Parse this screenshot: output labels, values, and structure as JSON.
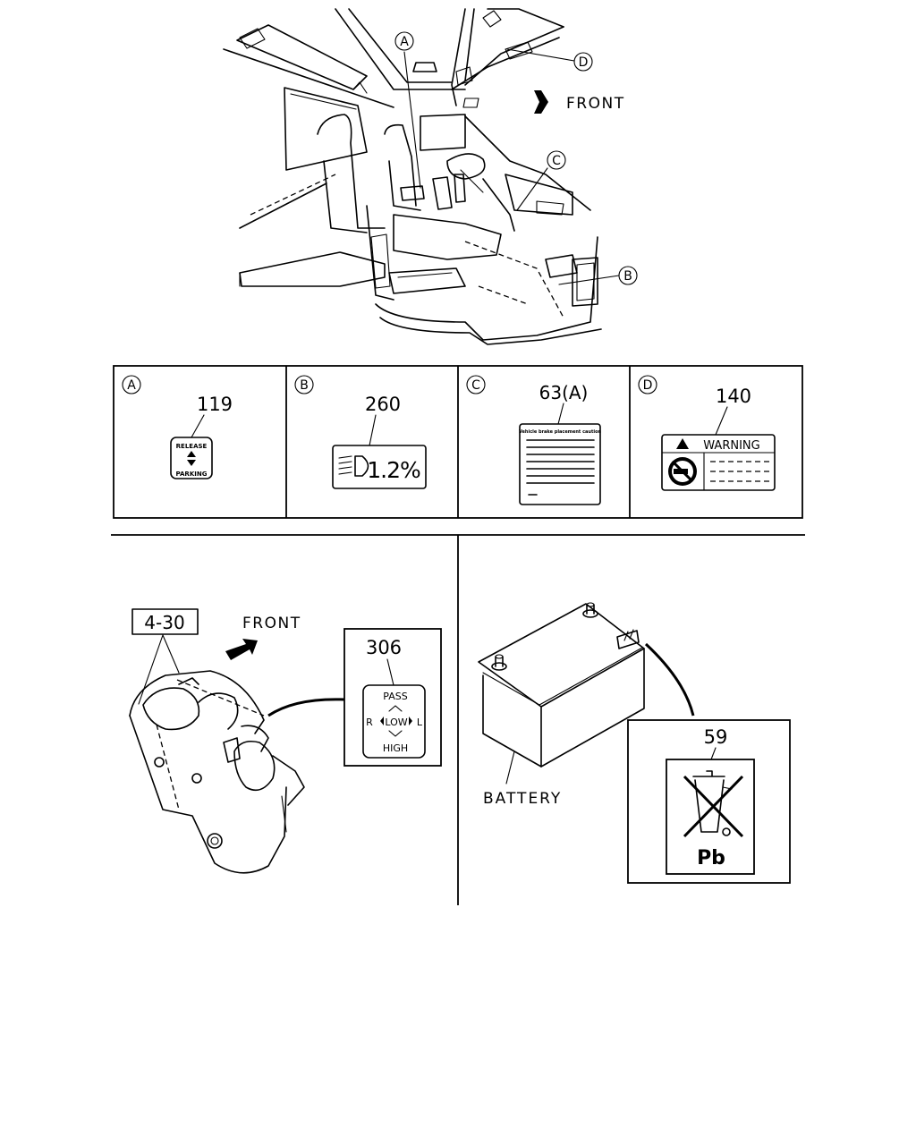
{
  "overview": {
    "front_label": "FRONT",
    "callouts": [
      "A",
      "B",
      "C",
      "D"
    ]
  },
  "label_table": {
    "cells": [
      {
        "letter": "A",
        "part_no": "119",
        "label_lines": [
          "RELEASE",
          "PARKING"
        ]
      },
      {
        "letter": "B",
        "part_no": "260",
        "label_text": "1.2%"
      },
      {
        "letter": "C",
        "part_no": "63(A)",
        "label_heading": "Vehicle brake placement caution"
      },
      {
        "letter": "D",
        "part_no": "140",
        "label_title": "WARNING"
      }
    ]
  },
  "lower_left": {
    "ref_box": "4-30",
    "front_label": "FRONT",
    "part_no": "306",
    "label_top": "PASS",
    "label_left": "R",
    "label_center": "LOW",
    "label_right": "L",
    "label_bottom": "HIGH"
  },
  "lower_right": {
    "battery_label": "BATTERY",
    "part_no": "59",
    "label_text": "Pb"
  }
}
